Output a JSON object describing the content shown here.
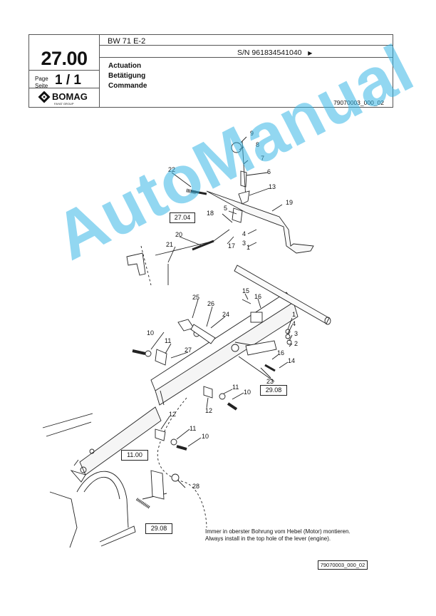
{
  "header": {
    "model": "BW 71 E-2",
    "serial": "S/N 961834541040",
    "serial_arrow": "▶",
    "page_code": "27.00",
    "page_label_en": "Page",
    "page_label_de": "Seite",
    "page_number": "1 / 1",
    "title_en": "Actuation",
    "title_de": "Betätigung",
    "title_fr": "Commande",
    "doc_number": "79070003_000_02"
  },
  "logo": {
    "brand": "BOMAG",
    "subtitle": "FAYAT GROUP",
    "color": "#111111"
  },
  "callouts": [
    "9",
    "8",
    "7",
    "22",
    "6",
    "13",
    "5",
    "19",
    "27.04",
    "18",
    "4",
    "20",
    "3",
    "17",
    "1",
    "21",
    "25",
    "15",
    "16",
    "26",
    "24",
    "10",
    "11",
    "27",
    "1",
    "4",
    "3",
    "2",
    "16",
    "14",
    "23",
    "29.08",
    "11",
    "10",
    "12",
    "12",
    "11",
    "10",
    "11.00",
    "28",
    "29.08"
  ],
  "note": {
    "de": "Immer in oberster Bohrung vom Hebel (Motor) montieren.",
    "en": "Always install in the top hole of the lever (engine)."
  },
  "footer_ref": "79070003_000_02",
  "watermark": {
    "text": "AutoManual",
    "color": "#38b6e6"
  }
}
